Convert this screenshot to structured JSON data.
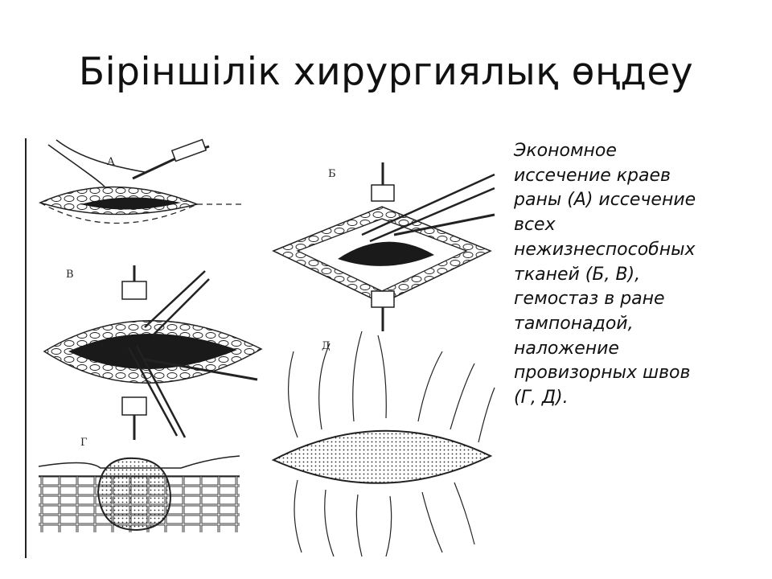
{
  "slide": {
    "title": "Біріншілік хирургиялық өңдеу",
    "caption_lines": [
      "Экономное",
      "иссечение краев",
      "раны (А) иссечение",
      "всех",
      "нежизнеспособных",
      "тканей (Б, В),",
      "гемостаз в ране",
      "тампонадой,",
      "наложение",
      "провизорных швов",
      "(Г, Д)."
    ]
  },
  "figure": {
    "panel_labels": [
      "А",
      "Б",
      "В",
      "Г",
      "Д"
    ]
  },
  "colors": {
    "ink": "#111111",
    "background": "#ffffff"
  }
}
